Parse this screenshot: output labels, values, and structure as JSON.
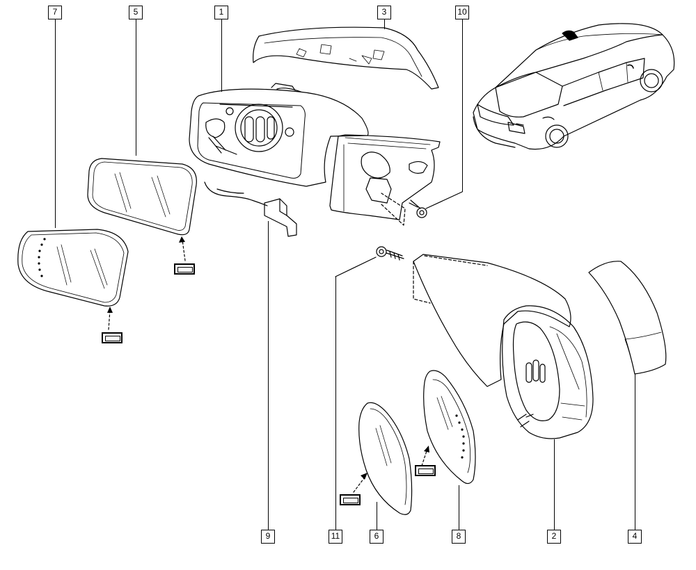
{
  "diagram": {
    "callouts": [
      {
        "id": "7",
        "label": "7"
      },
      {
        "id": "5",
        "label": "5"
      },
      {
        "id": "1",
        "label": "1"
      },
      {
        "id": "3",
        "label": "3"
      },
      {
        "id": "10",
        "label": "10"
      },
      {
        "id": "9",
        "label": "9"
      },
      {
        "id": "11",
        "label": "11"
      },
      {
        "id": "6",
        "label": "6"
      },
      {
        "id": "8",
        "label": "8"
      },
      {
        "id": "2",
        "label": "2"
      },
      {
        "id": "4",
        "label": "4"
      }
    ]
  }
}
